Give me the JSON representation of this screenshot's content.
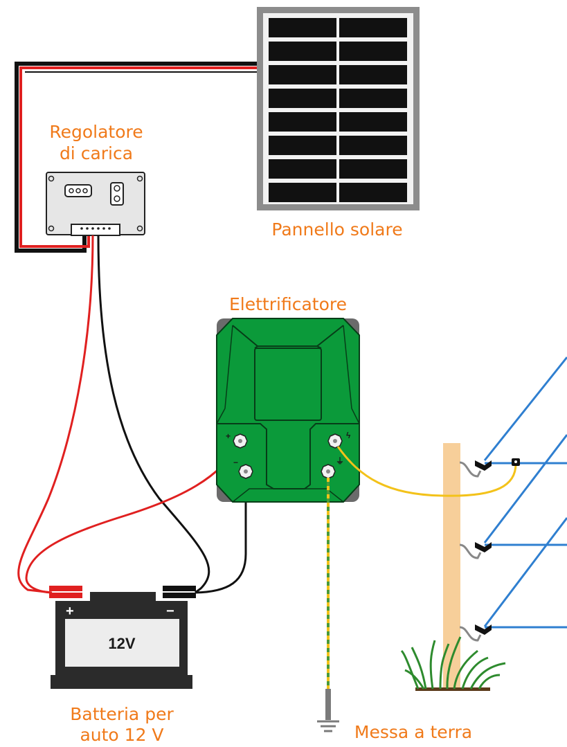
{
  "labels": {
    "regulator_line1": "Regolatore",
    "regulator_line2": "di carica",
    "panel": "Pannello solare",
    "energizer": "Elettrificatore",
    "battery_line1": "Batteria per",
    "battery_line2": "auto 12 V",
    "ground": "Messa a terra"
  },
  "battery": {
    "voltage": "12V",
    "plus": "+",
    "minus": "−"
  },
  "energizer_terminals": {
    "plus": "+",
    "minus": "−",
    "fence": "ϟ",
    "earth": "⏚"
  },
  "colors": {
    "label": "#f07a1a",
    "energizer_body": "#0b9a3a",
    "wire_positive": "#e02020",
    "wire_negative": "#111111",
    "fence_wire": "#2f7fd0",
    "ground_wire_yellow": "#f3c21a",
    "ground_wire_green": "#4a9a3a",
    "post": "#f7cf9a"
  },
  "icons": [
    "solar-panel-icon",
    "charge-controller-icon",
    "energizer-icon",
    "car-battery-icon",
    "ground-symbol-icon",
    "fence-post-icon",
    "grass-icon",
    "insulator-icon"
  ]
}
